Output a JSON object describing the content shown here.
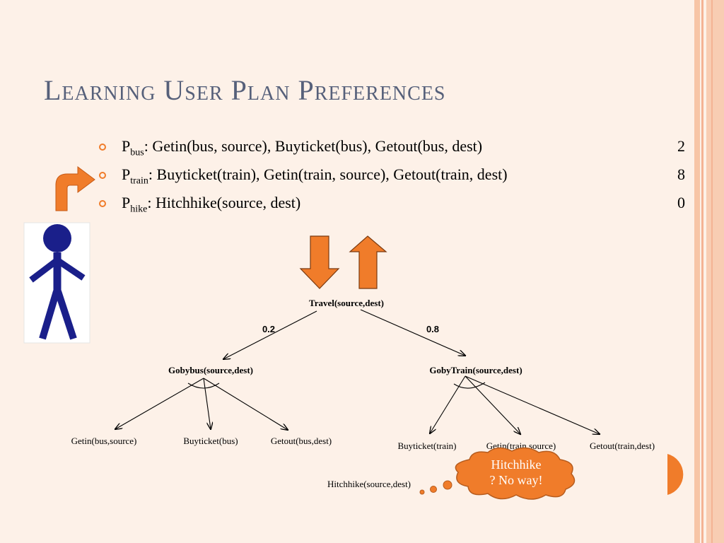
{
  "slide": {
    "title": "Learning User Plan Preferences",
    "bullets": [
      {
        "prefix": "P",
        "sub": "bus",
        "text": ": Getin(bus, source), Buyticket(bus), Getout(bus, dest)",
        "value": "2"
      },
      {
        "prefix": "P",
        "sub": "train",
        "text": ": Buyticket(train), Getin(train, source), Getout(train, dest)",
        "value": "8"
      },
      {
        "prefix": "P",
        "sub": "hike",
        "text": ": Hitchhike(source, dest)",
        "value": "0"
      }
    ]
  },
  "diagram": {
    "root": "Travel(source,dest)",
    "edge_left_prob": "0.2",
    "edge_right_prob": "0.8",
    "left_node": "Gobybus(source,dest)",
    "right_node": "GobyTrain(source,dest)",
    "left_children": [
      "Getin(bus,source)",
      "Buyticket(bus)",
      "Getout(bus,dest)"
    ],
    "right_children": [
      "Buyticket(train)",
      "Getin(train,source)",
      "Getout(train,dest)"
    ],
    "hitchhike_node": "Hitchhike(source,dest)"
  },
  "callout": {
    "line1": "Hitchhike",
    "line2": "? No way!"
  },
  "colors": {
    "accent": "#f07c2a",
    "title": "#56607a",
    "figure": "#1a1f8a",
    "background": "#fdf1e8"
  },
  "icons": [
    "stick-figure-icon",
    "curved-arrow-icon",
    "down-arrow-icon",
    "up-arrow-icon",
    "thought-bubble-icon"
  ]
}
